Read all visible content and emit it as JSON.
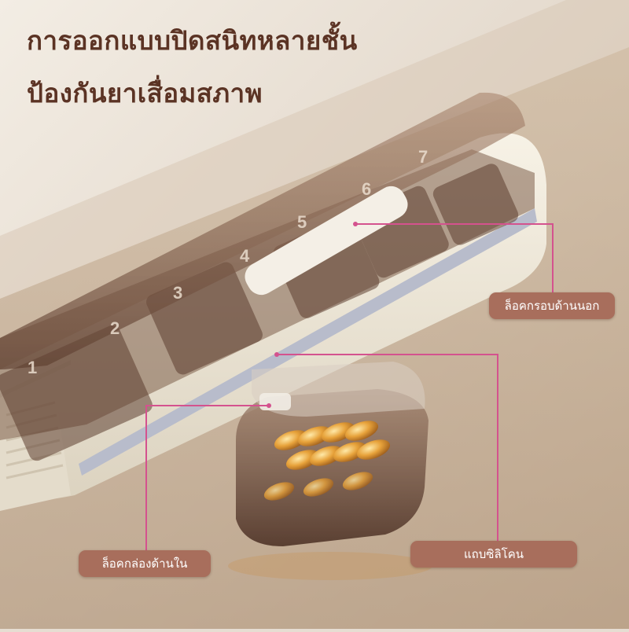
{
  "headline": {
    "line1": "การออกแบบปิดสนิทหลายชั้น",
    "line2": "ป้องกันยาเสื่อมสภาพ"
  },
  "callouts": {
    "outer_lock": "ล็อคกรอบด้านนอก",
    "inner_lock": "ล็อคกล่องด้านใน",
    "silicone_strip": "แถบซิลิโคน"
  },
  "product": {
    "compartment_numbers": [
      "1",
      "2",
      "3",
      "4",
      "5",
      "6",
      "7"
    ]
  },
  "colors": {
    "headline": "#5b3324",
    "callout_pill": "#a86e5c",
    "callout_line": "#d4528e",
    "case_shell": "#efe8d9",
    "lid_tint": "#7a5a46"
  }
}
